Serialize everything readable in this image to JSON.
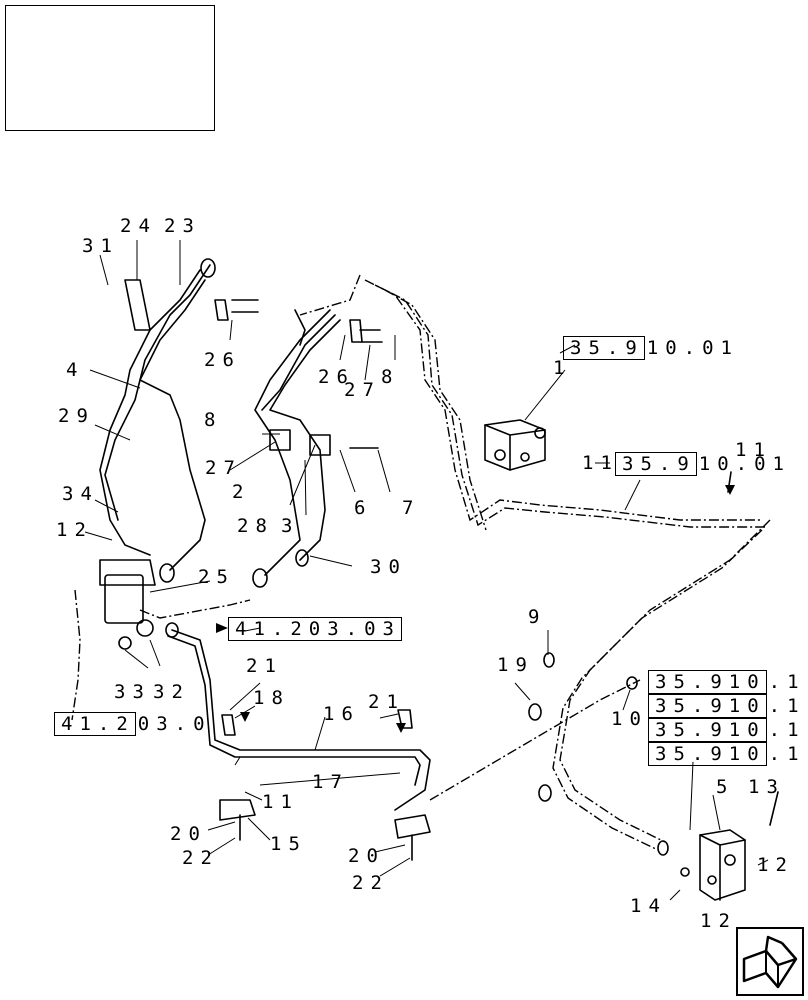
{
  "diagram": {
    "part_labels": [
      "24",
      "23",
      "31",
      "4",
      "29",
      "26",
      "26",
      "27",
      "8",
      "8",
      "27",
      "2",
      "28",
      "3",
      "6",
      "7",
      "34",
      "12",
      "25",
      "30",
      "1",
      "11",
      "11",
      "9",
      "19",
      "10",
      "33",
      "32",
      "21",
      "18",
      "16",
      "21",
      "17",
      "11",
      "20",
      "15",
      "22",
      "20",
      "22",
      "5",
      "13",
      "12",
      "14",
      "12"
    ],
    "references": [
      {
        "boxed": "35.9",
        "rest": "10.01"
      },
      {
        "boxed": "35.9",
        "rest": "10.01"
      },
      {
        "boxed": "41.203.03",
        "rest": ""
      },
      {
        "boxed": "41.2",
        "rest": "03.0"
      },
      {
        "boxed": "35.910",
        "rest": ".1"
      },
      {
        "boxed": "35.910",
        "rest": ".1"
      },
      {
        "boxed": "35.910",
        "rest": ".1"
      },
      {
        "boxed": "35.910",
        "rest": ".1"
      }
    ]
  },
  "navigation": {
    "icon": "next-page-arrow-icon"
  }
}
